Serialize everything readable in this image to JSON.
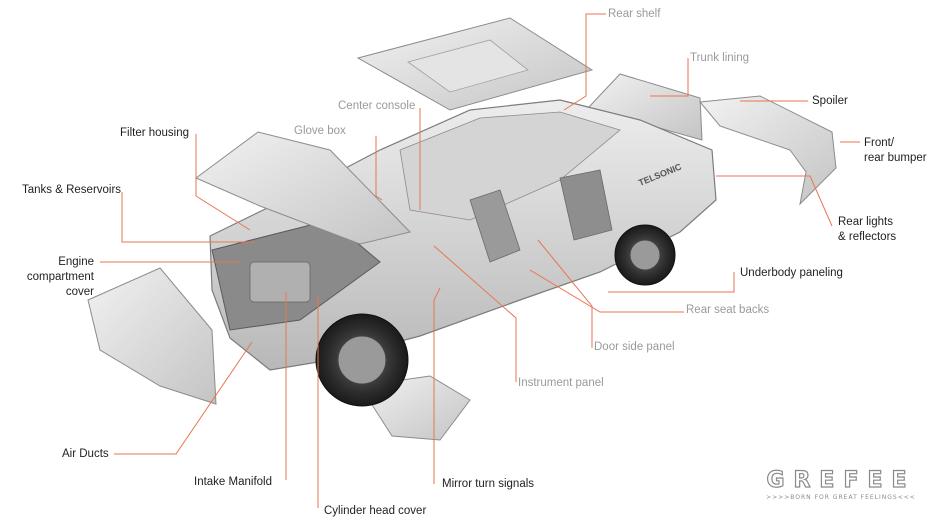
{
  "labels": {
    "rear_shelf": "Rear shelf",
    "trunk_lining": "Trunk lining",
    "spoiler": "Spoiler",
    "front_rear_bumper_line1": "Front/",
    "front_rear_bumper_line2": "rear bumper",
    "center_console": "Center console",
    "glove_box": "Glove box",
    "filter_housing": "Filter housing",
    "tanks_reservoirs": "Tanks & Reservoirs",
    "engine_compartment_cover_line1": "Engine",
    "engine_compartment_cover_line2": "compartment",
    "engine_compartment_cover_line3": "cover",
    "rear_lights_line1": "Rear lights",
    "rear_lights_line2": "& reflectors",
    "underbody_paneling": "Underbody paneling",
    "rear_seat_backs": "Rear seat backs",
    "door_side_panel": "Door side panel",
    "instrument_panel": "Instrument panel",
    "air_ducts": "Air Ducts",
    "intake_manifold": "Intake Manifold",
    "mirror_turn_signals": "Mirror turn signals",
    "cylinder_head_cover": "Cylinder head cover"
  },
  "car_decal": "TELSONIC",
  "brand": {
    "name": "GREFEE",
    "tagline": ">>>>BORN FOR GREAT FEELINGS<<<"
  },
  "colors": {
    "leader_line": "#e8764f",
    "label_dark": "#1f1f1f",
    "label_grey": "#9a9a9a"
  }
}
